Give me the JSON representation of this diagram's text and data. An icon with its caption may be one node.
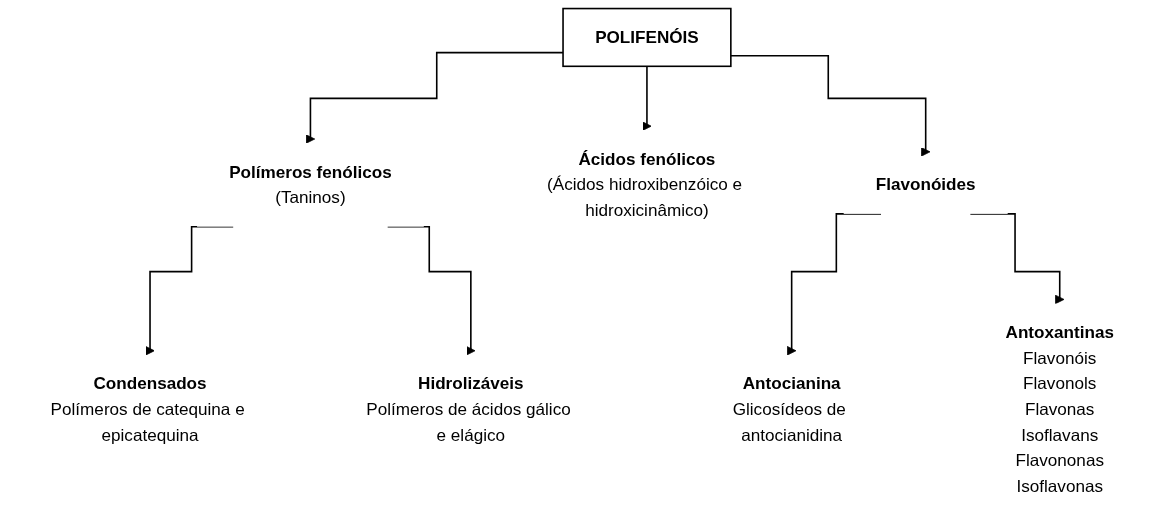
{
  "diagram": {
    "nodes": [
      {
        "text": [
          "POLIFENÓIS"
        ]
      },
      {
        "text": [
          "Polímeros fenólicos",
          "(Taninos)"
        ]
      },
      {
        "text": [
          "Ácidos fenólicos",
          "(Ácidos hidroxibenzóico e hidroxicinâmico)"
        ]
      },
      {
        "text": [
          "Flavonóides"
        ]
      },
      {
        "text": [
          "Condensados",
          "Polímeros de catequina e epicatequina"
        ]
      },
      {
        "text": [
          "Hidrolizáveis",
          "Polímeros de ácidos gálico e elágico"
        ]
      },
      {
        "text": [
          "Antocianina",
          "Glicosídeos de antocianidina"
        ]
      },
      {
        "text": [
          "Antoxantinas",
          "Flavonóis",
          "Flavonols",
          "Flavonas",
          "Isoflavans",
          "Flavononas",
          "Isoflavonas"
        ]
      }
    ],
    "edges": [
      {
        "from": 0,
        "to": 1,
        "arrow": "to"
      },
      {
        "from": 0,
        "to": 2,
        "arrow": "to"
      },
      {
        "from": 0,
        "to": 3,
        "arrow": "to"
      },
      {
        "from": 1,
        "to": 4,
        "arrow": "to"
      },
      {
        "from": 1,
        "to": 5,
        "arrow": "to"
      },
      {
        "from": 3,
        "to": 6,
        "arrow": "to"
      },
      {
        "from": 3,
        "to": 7,
        "arrow": "to"
      }
    ]
  }
}
